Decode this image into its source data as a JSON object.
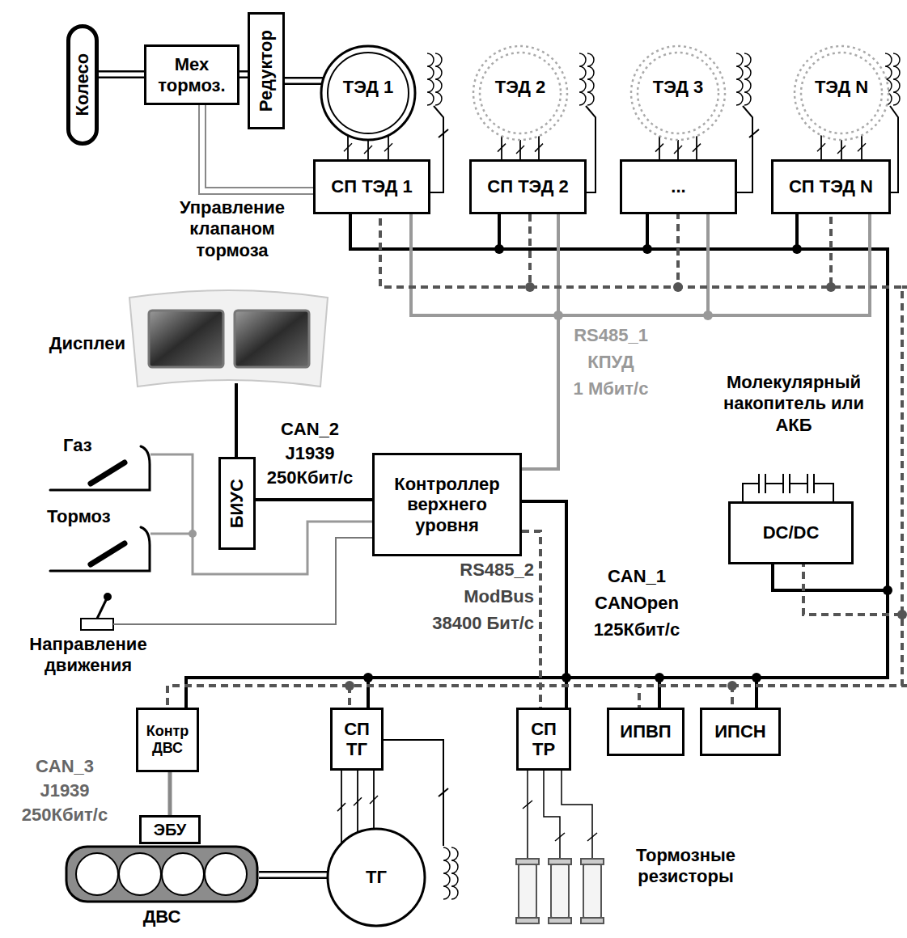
{
  "diagram": {
    "nodes": [
      {
        "text": [
          "Колесо"
        ]
      },
      {
        "text": [
          "Мех тормоз."
        ]
      },
      {
        "text": [
          "Редуктор"
        ]
      },
      {
        "text": [
          "ТЭД 1"
        ]
      },
      {
        "text": [
          "ТЭД 2"
        ]
      },
      {
        "text": [
          "ТЭД 3"
        ]
      },
      {
        "text": [
          "ТЭД N"
        ]
      },
      {
        "text": [
          "СП ТЭД 1"
        ]
      },
      {
        "text": [
          "СП ТЭД 2"
        ]
      },
      {
        "text": [
          "..."
        ]
      },
      {
        "text": [
          "СП ТЭД N"
        ]
      },
      {
        "text": [
          "БИУС"
        ]
      },
      {
        "text": [
          "Контроллер верхнего уровня"
        ]
      },
      {
        "text": [
          "DC/DC"
        ]
      },
      {
        "text": [
          "Контр ДВС"
        ]
      },
      {
        "text": [
          "ЭБУ"
        ]
      },
      {
        "text": [
          "ДВС"
        ]
      },
      {
        "text": [
          "СП ТГ"
        ]
      },
      {
        "text": [
          "ТГ"
        ]
      },
      {
        "text": [
          "СП ТР"
        ]
      },
      {
        "text": [
          "ИПВП"
        ]
      },
      {
        "text": [
          "ИПСН"
        ]
      }
    ],
    "edges": [
      {
        "from": 0,
        "to": 1,
        "arrow": "none"
      },
      {
        "from": 1,
        "to": 2,
        "arrow": "none"
      },
      {
        "from": 2,
        "to": 3,
        "arrow": "none"
      },
      {
        "from": 7,
        "to": 3,
        "arrow": "none"
      },
      {
        "from": 8,
        "to": 4,
        "arrow": "none"
      },
      {
        "from": 9,
        "to": 5,
        "arrow": "none"
      },
      {
        "from": 10,
        "to": 6,
        "arrow": "none"
      },
      {
        "from": 7,
        "to": 1,
        "arrow": "none"
      },
      {
        "from": 11,
        "to": 12,
        "arrow": "none"
      },
      {
        "from": 14,
        "to": 15,
        "arrow": "none"
      },
      {
        "from": 16,
        "to": 18,
        "arrow": "none"
      },
      {
        "from": 17,
        "to": 18,
        "arrow": "none"
      },
      {
        "from": 12,
        "to": 7,
        "arrow": "none"
      },
      {
        "from": 12,
        "to": 8,
        "arrow": "none"
      },
      {
        "from": 12,
        "to": 9,
        "arrow": "none"
      },
      {
        "from": 12,
        "to": 10,
        "arrow": "none"
      },
      {
        "from": 12,
        "to": 13,
        "arrow": "none"
      },
      {
        "from": 12,
        "to": 14,
        "arrow": "none"
      },
      {
        "from": 12,
        "to": 17,
        "arrow": "none"
      },
      {
        "from": 12,
        "to": 19,
        "arrow": "none"
      },
      {
        "from": 12,
        "to": 20,
        "arrow": "none"
      },
      {
        "from": 12,
        "to": 21,
        "arrow": "none"
      },
      {
        "from": 12,
        "to": 7,
        "arrow": "none"
      },
      {
        "from": 12,
        "to": 8,
        "arrow": "none"
      },
      {
        "from": 12,
        "to": 9,
        "arrow": "none"
      },
      {
        "from": 12,
        "to": 10,
        "arrow": "none"
      },
      {
        "from": 12,
        "to": 7,
        "arrow": "none"
      },
      {
        "from": 12,
        "to": 8,
        "arrow": "none"
      },
      {
        "from": 12,
        "to": 9,
        "arrow": "none"
      },
      {
        "from": 12,
        "to": 10,
        "arrow": "none"
      },
      {
        "from": 12,
        "to": 13,
        "arrow": "none"
      },
      {
        "from": 12,
        "to": 14,
        "arrow": "none"
      },
      {
        "from": 12,
        "to": 17,
        "arrow": "none"
      },
      {
        "from": 12,
        "to": 19,
        "arrow": "none"
      },
      {
        "from": 12,
        "to": 20,
        "arrow": "none"
      },
      {
        "from": 12,
        "to": 21,
        "arrow": "none"
      }
    ],
    "labels": [
      "Управление клапаном тормоза",
      "Дисплеи",
      "CAN_2",
      "J1939",
      "250Кбит/с",
      "RS485_1",
      "КПУД",
      "1 Мбит/с",
      "Молекулярный накопитель или АКБ",
      "Газ",
      "Тормоз",
      "RS485_2",
      "ModBus",
      "38400 Бит/с",
      "CAN_1",
      "CANOpen",
      "125Кбит/с",
      "Направление движения",
      "CAN_3",
      "J1939",
      "250Кбит/с",
      "Тормозные резисторы"
    ]
  }
}
